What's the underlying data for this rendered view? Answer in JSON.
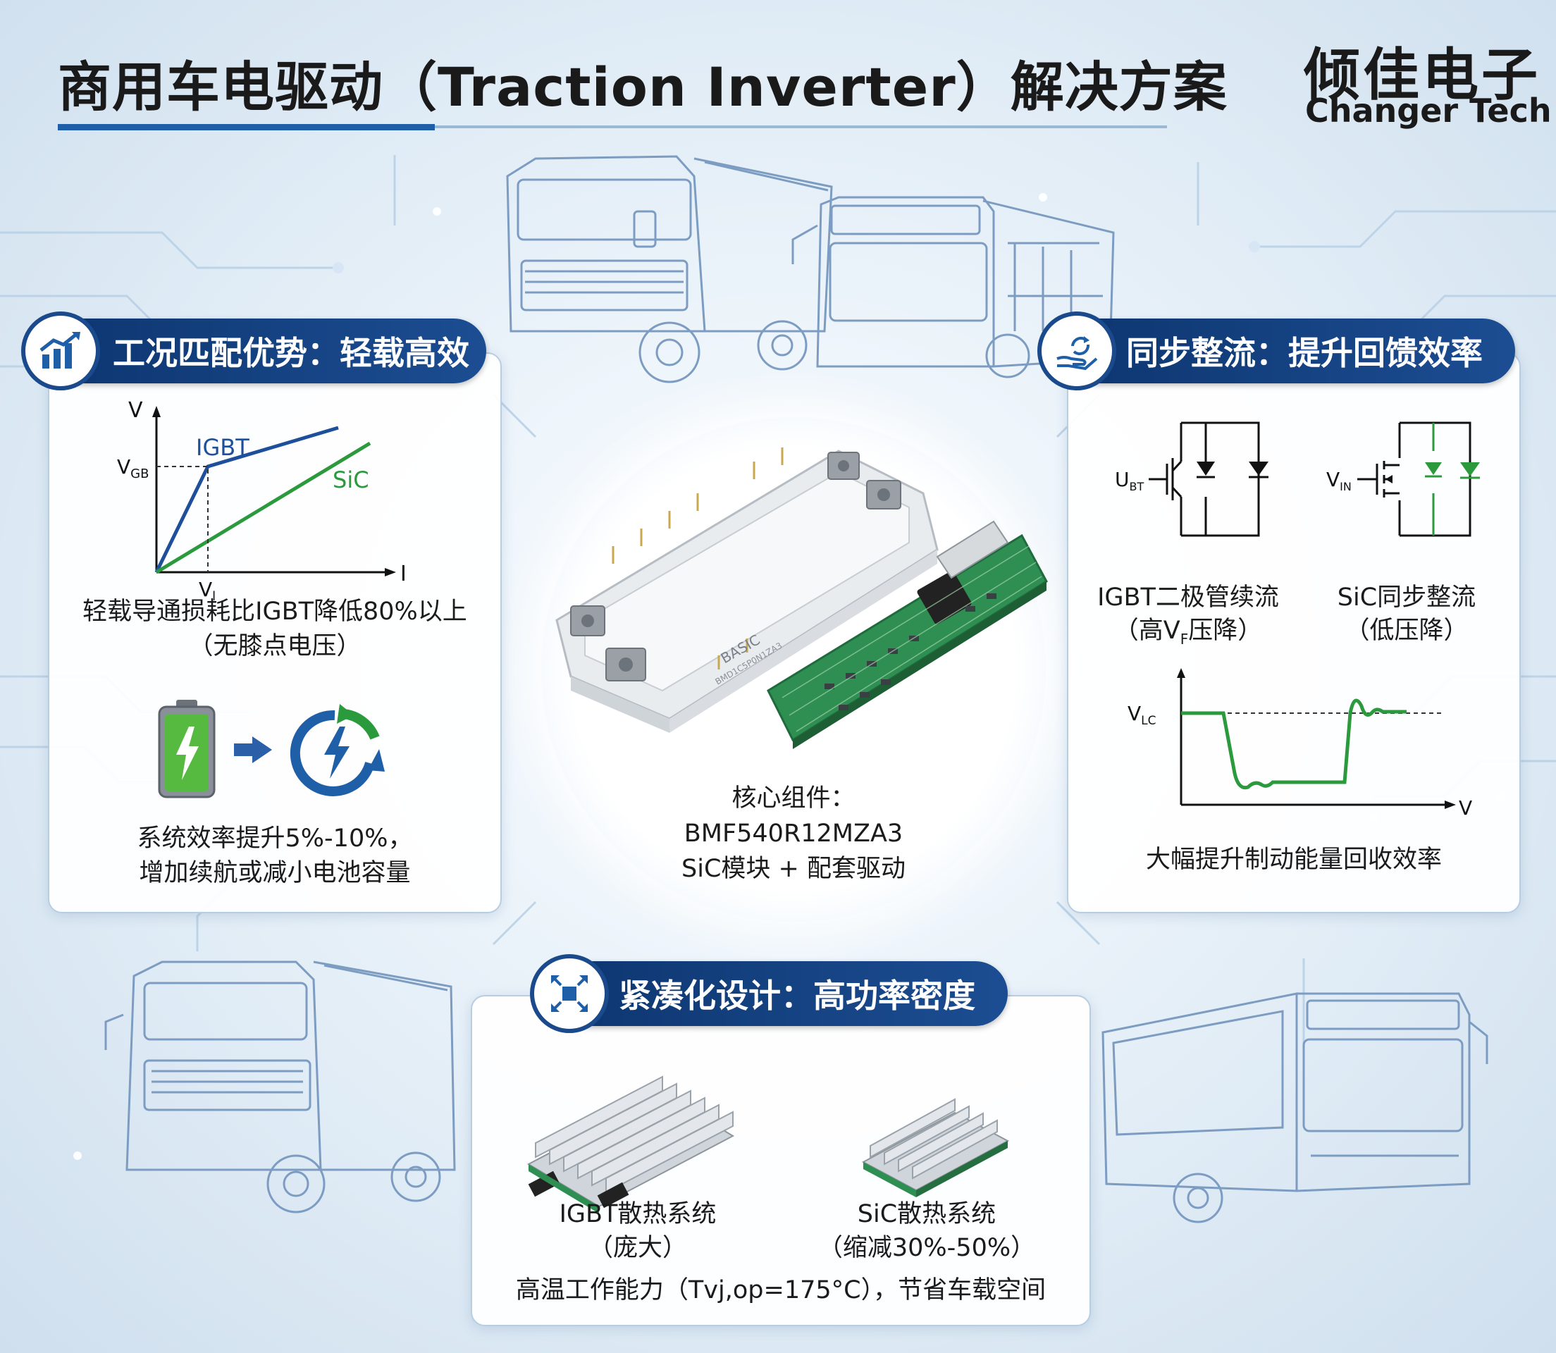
{
  "header": {
    "title": "商用车电驱动（Traction Inverter）解决方案",
    "brand_cn": "倾佳电子",
    "brand_en": "Changer Tech"
  },
  "panel_left": {
    "heading": "工况匹配优势：轻载高效",
    "chart": {
      "y_axis": "V",
      "x_axis": "I",
      "igbt_label": "IGBT",
      "sic_label": "SiC",
      "vgb": "V",
      "vgb_sub": "GB",
      "vl": "V",
      "vl_sub": "l"
    },
    "caption1_line1": "轻载导通损耗比IGBT降低80%以上",
    "caption1_line2": "（无膝点电压）",
    "caption2_line1": "系统效率提升5%-10%，",
    "caption2_line2": "增加续航或减小电池容量"
  },
  "panel_right": {
    "heading": "同步整流：提升回馈效率",
    "igbt_gate": "U",
    "igbt_gate_sub": "BT",
    "sic_gate": "V",
    "sic_gate_sub": "IN",
    "igbt_caption_line1": "IGBT二极管续流",
    "igbt_caption_line2_a": "（高V",
    "igbt_caption_line2_sub": "F",
    "igbt_caption_line2_b": "压降）",
    "sic_caption_line1": "SiC同步整流",
    "sic_caption_line2": "（低压降）",
    "wave_y": "V",
    "wave_y_sub": "LC",
    "wave_x": "V",
    "caption": "大幅提升制动能量回收效率"
  },
  "center": {
    "module_brand": "BASIC",
    "module_part": "BMD1C5P0N1ZA3",
    "line1": "核心组件：",
    "line2": "BMF540R12MZA3",
    "line3": "SiC模块 + 配套驱动"
  },
  "panel_bottom": {
    "heading": "紧凑化设计：高功率密度",
    "igbt_line1": "IGBT散热系统",
    "igbt_line2": "（庞大）",
    "sic_line1": "SiC散热系统",
    "sic_line2": "（缩减30%-50%）",
    "footer": "高温工作能力（Tvj,op=175°C），节省车载空间"
  },
  "colors": {
    "navy": "#0d3670",
    "igbt_blue": "#1e4f9a",
    "sic_green": "#2a9a3c",
    "outline_blue": "#7d9cc2"
  }
}
